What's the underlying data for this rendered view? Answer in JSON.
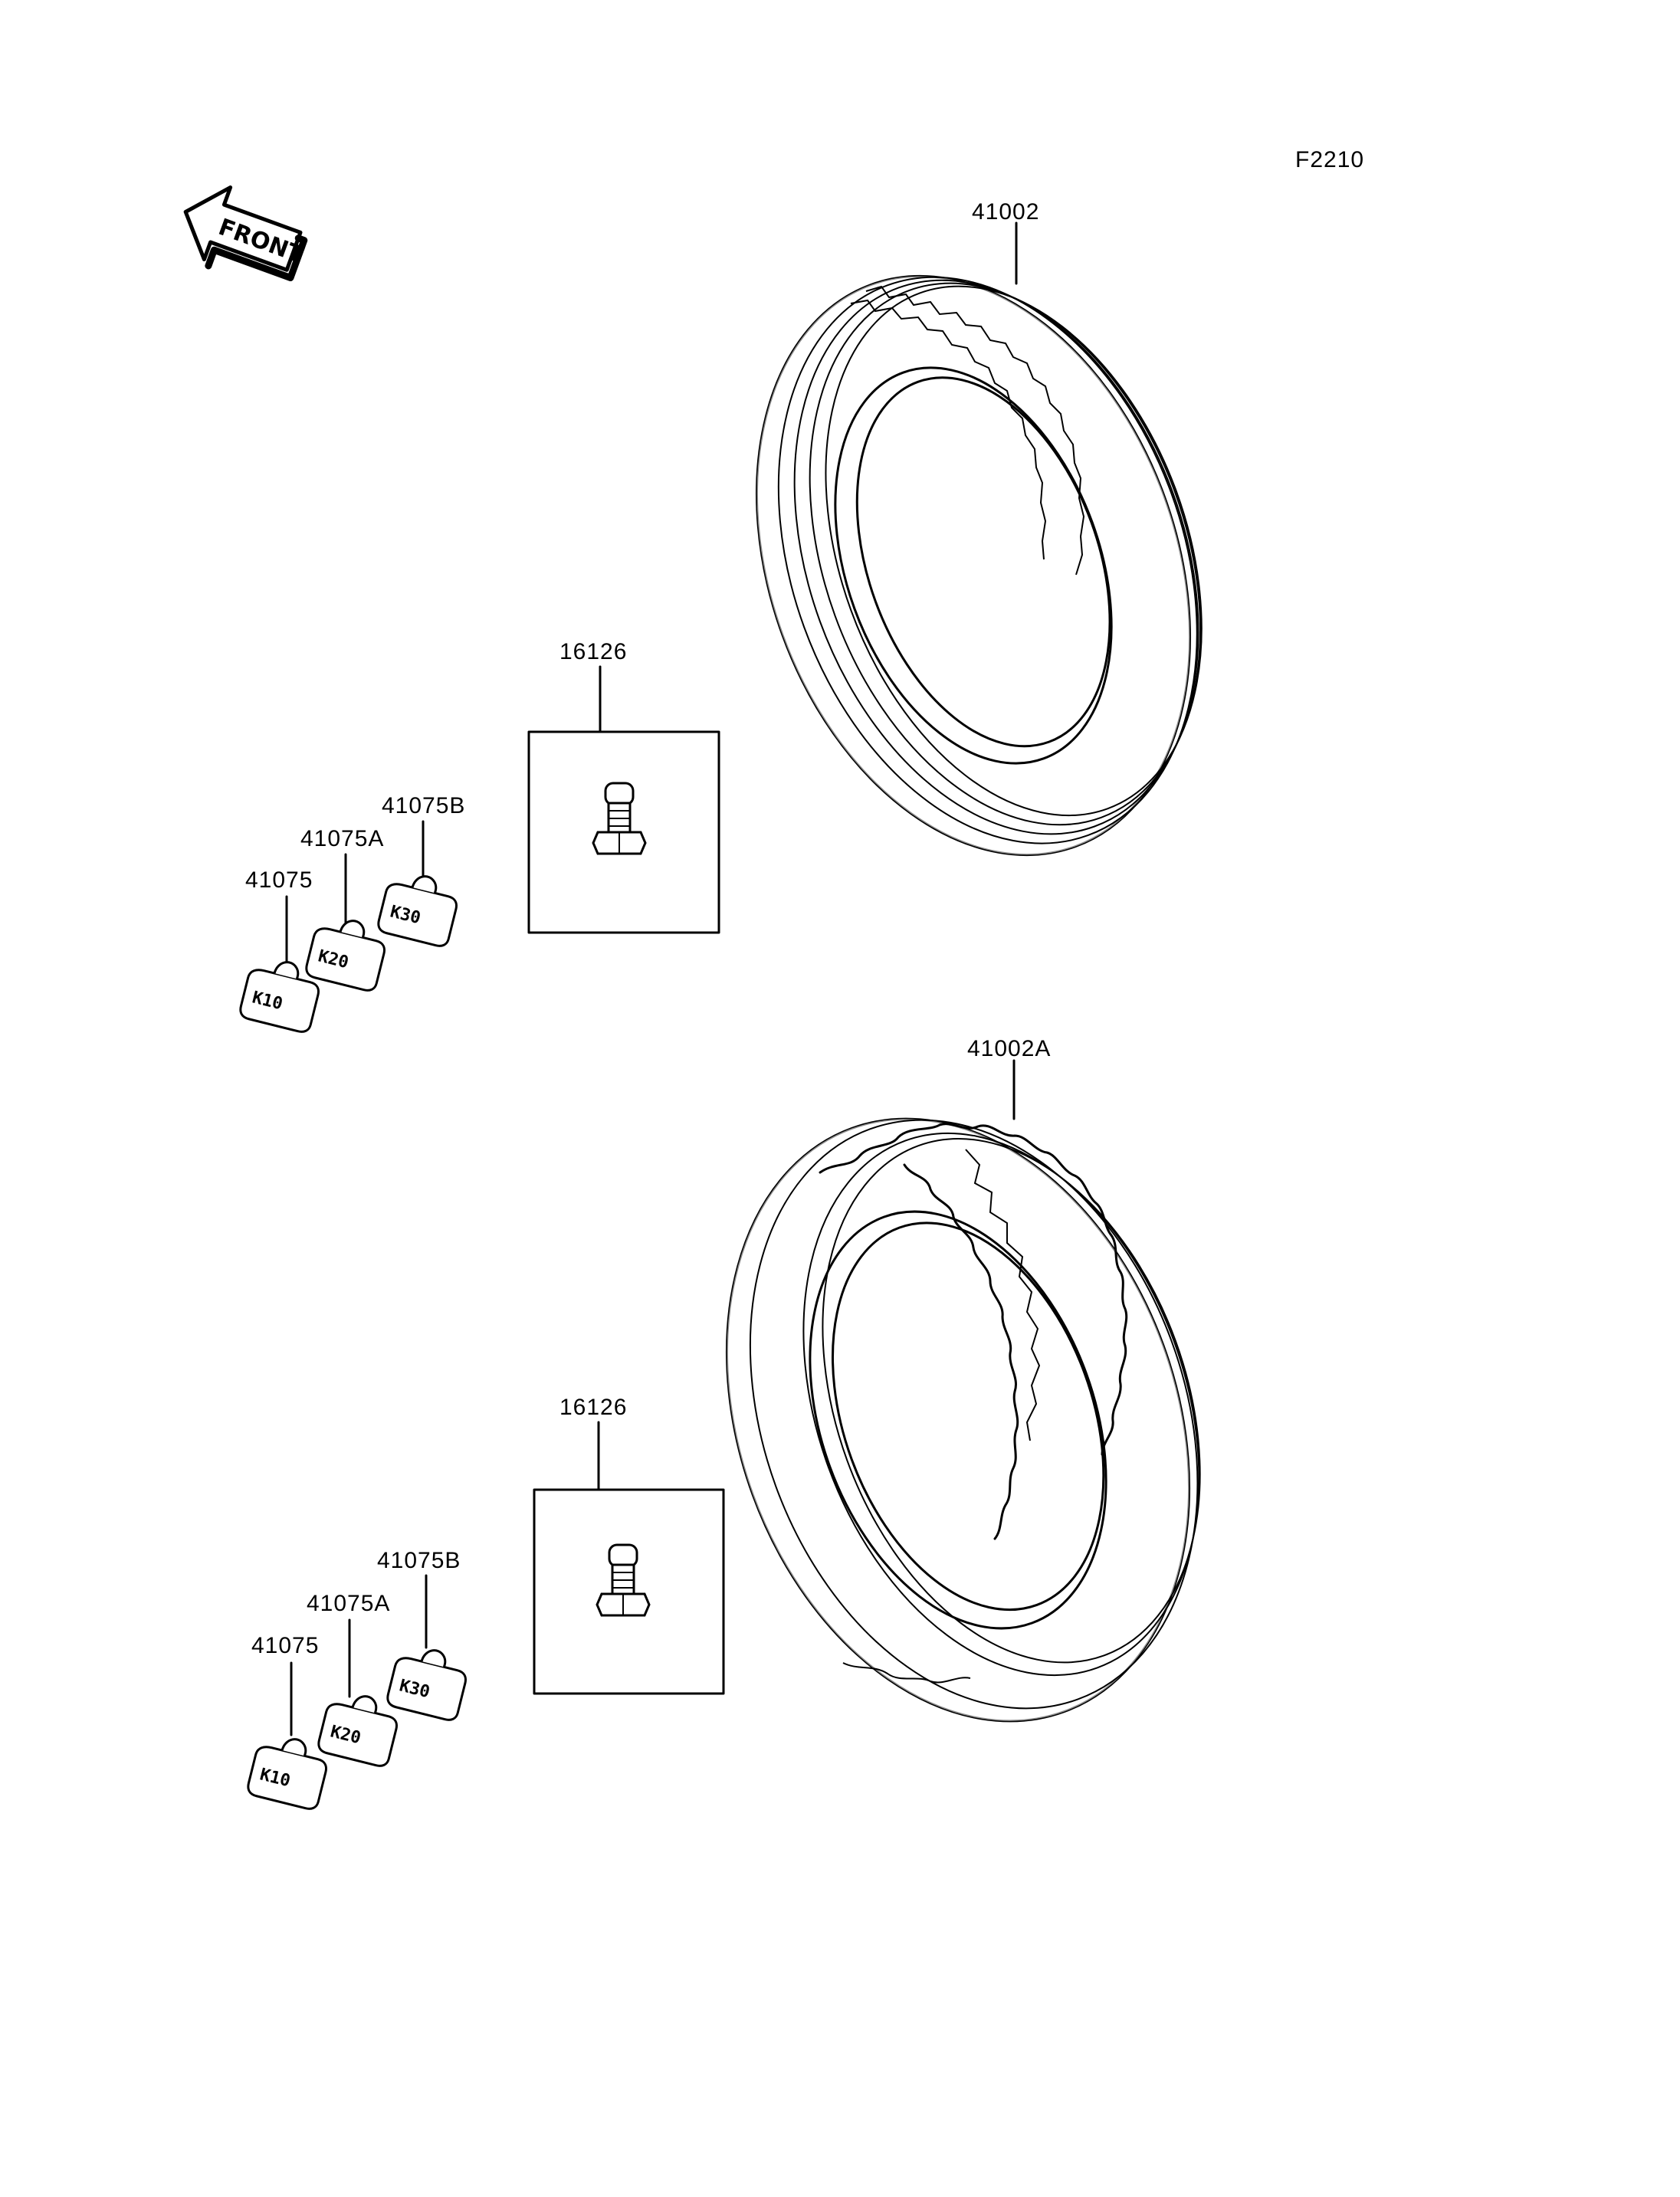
{
  "figure_code": "F2210",
  "front_arrow": {
    "label": "FRONT"
  },
  "upper_group": {
    "tire": {
      "part_number": "41002"
    },
    "valve": {
      "part_number": "16126"
    },
    "weights": [
      {
        "part_number": "41075",
        "badge": "K10"
      },
      {
        "part_number": "41075A",
        "badge": "K20"
      },
      {
        "part_number": "41075B",
        "badge": "K30"
      }
    ]
  },
  "lower_group": {
    "tire": {
      "part_number": "41002A"
    },
    "valve": {
      "part_number": "16126"
    },
    "weights": [
      {
        "part_number": "41075",
        "badge": "K10"
      },
      {
        "part_number": "41075A",
        "badge": "K20"
      },
      {
        "part_number": "41075B",
        "badge": "K30"
      }
    ]
  }
}
